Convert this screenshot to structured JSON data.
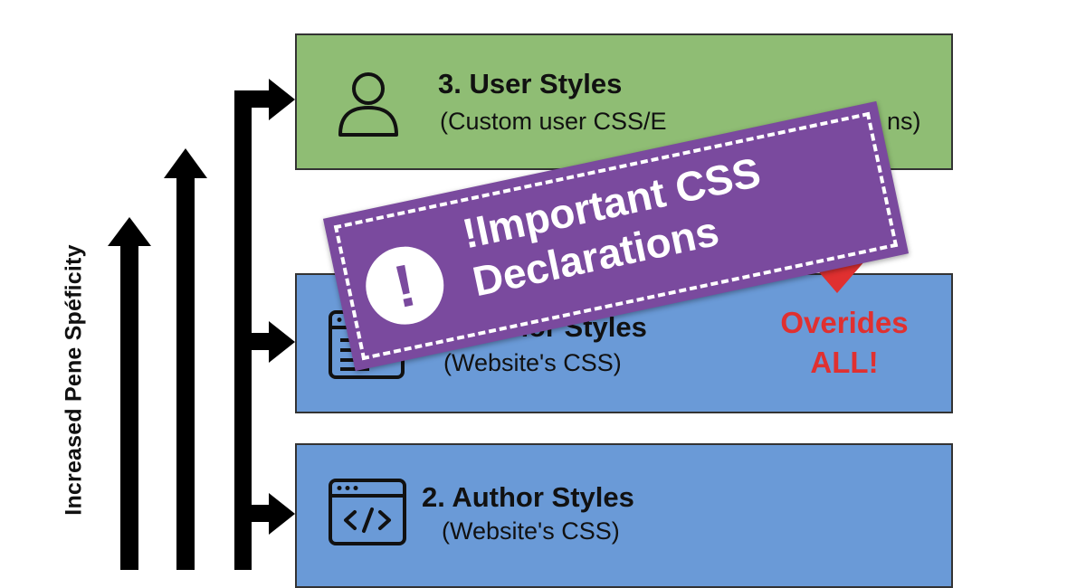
{
  "colors": {
    "green": "#8fbd74",
    "blue": "#6a9ad7",
    "purple": "#7a4a9e",
    "red": "#e03030",
    "black": "#000000"
  },
  "axis_label": "Increased Pene Spéficity",
  "user_styles": {
    "icon": "user-icon",
    "title": "3. User Styles",
    "subtitle_left": "(Custom user CSS/E",
    "subtitle_right": "ns)"
  },
  "badge": {
    "icon": "exclamation-icon",
    "icon_glyph": "!",
    "line1": "!Important CSS",
    "line2": "Declarations"
  },
  "overrides": {
    "line1": "Overides",
    "line2": "ALL!"
  },
  "author_styles_1": {
    "icon": "document-lines-icon",
    "title": "2. Author Styles",
    "subtitle": "(Website's CSS)"
  },
  "author_styles_2": {
    "icon": "code-window-icon",
    "title": "2. Author Styles",
    "subtitle": "(Website's CSS)"
  }
}
